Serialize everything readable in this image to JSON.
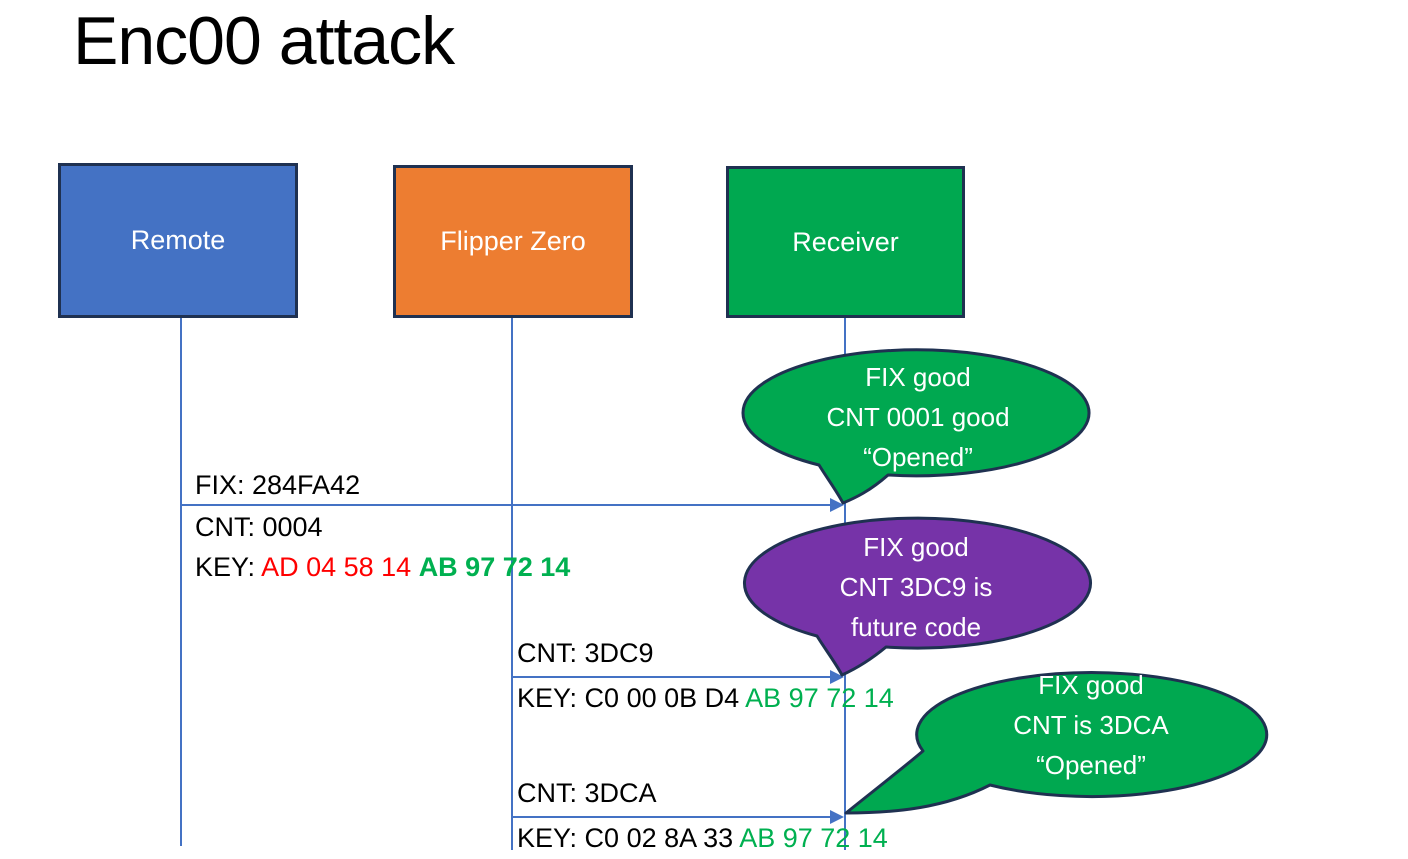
{
  "title": "Enc00 attack",
  "colors": {
    "remote_blue": "#4472C4",
    "flipper_orange": "#ED7D31",
    "receiver_green": "#00A850",
    "bubble_green": "#00A850",
    "bubble_purple": "#7633A8",
    "outline_navy": "#1F3151",
    "arrow_blue": "#4472C4",
    "key_red": "#FF0000",
    "key_green": "#00B050",
    "text_black": "#000000",
    "bubble_text": "#FFFFFF"
  },
  "actors": [
    {
      "label": "Remote"
    },
    {
      "label": "Flipper Zero"
    },
    {
      "label": "Receiver"
    }
  ],
  "messages": {
    "m1": {
      "fix_line": "FIX: 284FA42",
      "cnt_line": "CNT: 0004",
      "key_label": "KEY: ",
      "key_changing": "AD 04 58 14 ",
      "key_fixed": "AB 97 72 14"
    },
    "m2": {
      "cnt_line": "CNT: 3DC9",
      "key_label": "KEY: ",
      "key_changing": "C0 00 0B D4 ",
      "key_fixed": "AB 97 72 14"
    },
    "m3": {
      "cnt_line": "CNT: 3DCA",
      "key_label": "KEY: ",
      "key_changing": "C0 02 8A 33 ",
      "key_fixed": "AB 97 72 14"
    }
  },
  "bubbles": [
    {
      "lines": [
        "FIX good",
        "CNT 0001 good",
        "“Opened”"
      ]
    },
    {
      "lines": [
        "FIX good",
        "CNT 3DC9 is",
        "future code"
      ]
    },
    {
      "lines": [
        "FIX good",
        "CNT is 3DCA",
        "“Opened”"
      ]
    }
  ]
}
